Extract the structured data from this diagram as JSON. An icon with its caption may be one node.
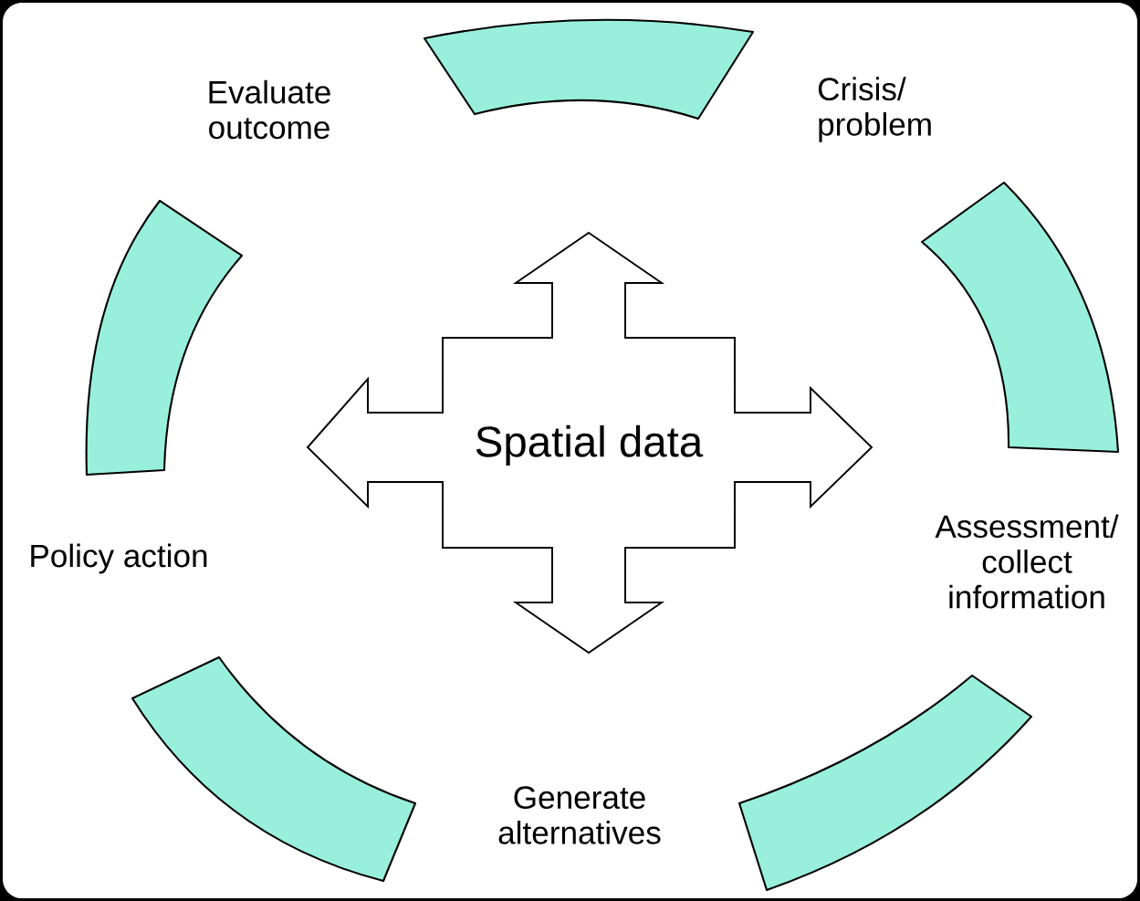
{
  "diagram": {
    "nodes": [
      {
        "text": [],
        "shape": "arc"
      },
      {
        "text": [],
        "shape": "arc"
      },
      {
        "text": [],
        "shape": "arc"
      },
      {
        "text": [],
        "shape": "arc"
      },
      {
        "text": [],
        "shape": "arc"
      },
      {
        "text": [
          "Spatial data"
        ]
      }
    ],
    "labels": [
      "Evaluate outcome",
      "Crisis/ problem",
      "Assessment/ collect information",
      "Policy action",
      "Generate alternatives"
    ]
  }
}
